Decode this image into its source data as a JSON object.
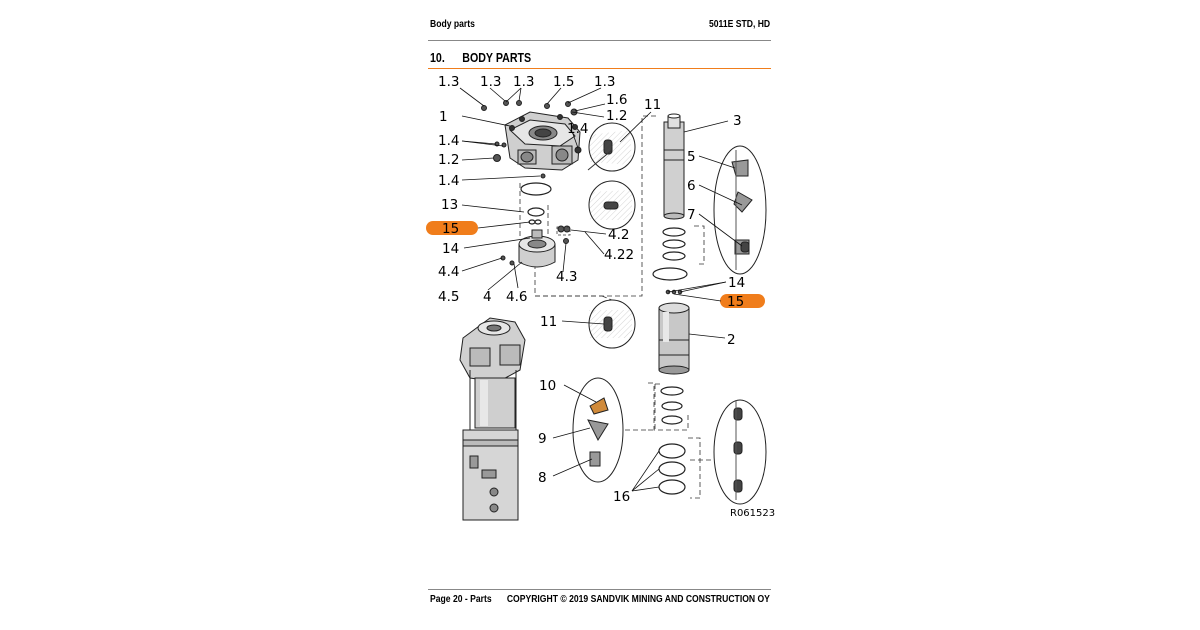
{
  "header": {
    "section": "Body parts",
    "model": "5011E STD, HD"
  },
  "title": {
    "number": "10.",
    "text": "BODY PARTS"
  },
  "footer": {
    "page": "Page 20 - Parts",
    "copyright": "COPYRIGHT © 2019 SANDVIK MINING AND CONSTRUCTION OY"
  },
  "colors": {
    "accent": "#f07d1b",
    "highlight": "#f07d1b",
    "part_gray": "#b8b8b8"
  },
  "diagram": {
    "reference": "R061523",
    "highlighted_callout": "15",
    "labels": {
      "l_1_3_a": "1.3",
      "l_1_3_b": "1.3",
      "l_1_3_c": "1.3",
      "l_1_5": "1.5",
      "l_1_3_d": "1.3",
      "l_1_6": "1.6",
      "l_1_2_a": "1.2",
      "l_1": "1",
      "l_1_4_a": "1.4",
      "l_1_4_b": "1.4",
      "l_1_2_b": "1.2",
      "l_1_4_c": "1.4",
      "l_13": "13",
      "l_15_a": "15",
      "l_14_a": "14",
      "l_4_2": "4.2",
      "l_4_22": "4.22",
      "l_4_4": "4.4",
      "l_4_3": "4.3",
      "l_4_5": "4.5",
      "l_4": "4",
      "l_4_6": "4.6",
      "l_11_a": "11",
      "l_11_b": "11",
      "l_3": "3",
      "l_5": "5",
      "l_6": "6",
      "l_7": "7",
      "l_14_b": "14",
      "l_15_b": "15",
      "l_2": "2",
      "l_10": "10",
      "l_9": "9",
      "l_8": "8",
      "l_16": "16"
    }
  }
}
